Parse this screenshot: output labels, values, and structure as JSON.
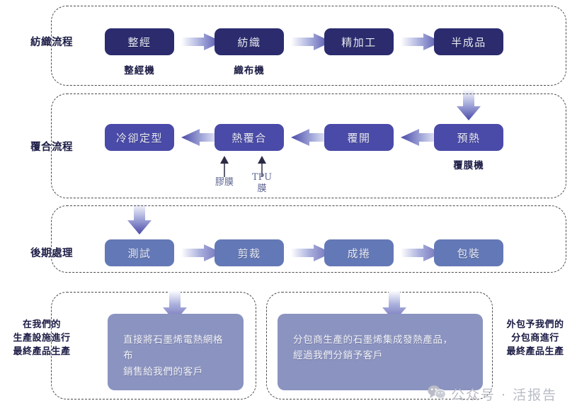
{
  "colors": {
    "navy": "#2b2b6e",
    "indigo": "#4a4aa8",
    "slate": "#6378b6",
    "lavender": "#8b93c0",
    "label_text": "#1b1b45",
    "feed_text": "#5c6590",
    "dash_border": "#4a4a4a",
    "watermark": "#b9bcc6"
  },
  "sections": [
    {
      "id": "weaving",
      "label": "紡織流程",
      "steps": [
        {
          "name": "整經",
          "machine": "整經機"
        },
        {
          "name": "紡織",
          "machine": "織布機"
        },
        {
          "name": "精加工",
          "machine": ""
        },
        {
          "name": "半成品",
          "machine": ""
        }
      ]
    },
    {
      "id": "lamination",
      "label": "覆合流程",
      "steps": [
        {
          "name": "冷卻定型",
          "machine": ""
        },
        {
          "name": "熱覆合",
          "machine": ""
        },
        {
          "name": "覆開",
          "machine": ""
        },
        {
          "name": "預熱",
          "machine": "覆膜機"
        }
      ],
      "feeds": [
        {
          "label": "膠膜"
        },
        {
          "label": "TPU\n膜"
        }
      ]
    },
    {
      "id": "post-processing",
      "label": "後期處理",
      "steps": [
        {
          "name": "測試",
          "machine": ""
        },
        {
          "name": "剪裁",
          "machine": ""
        },
        {
          "name": "成捲",
          "machine": ""
        },
        {
          "name": "包裝",
          "machine": ""
        }
      ]
    }
  ],
  "outcomes": [
    {
      "id": "in-house",
      "side_label": "在我們的\n生產設施進行\n最終產品生產",
      "text": "直接將石墨烯電熱網格布\n銷售給我們的客戶"
    },
    {
      "id": "outsourced",
      "side_label": "外包予我們的\n分包商進行\n最終產品生產",
      "text": "分包商生產的石墨烯集成發熱產品，\n經過我們分銷予客戶"
    }
  ],
  "watermark": {
    "text": "公众号 · 活报告",
    "icon": "wechat-icon"
  }
}
